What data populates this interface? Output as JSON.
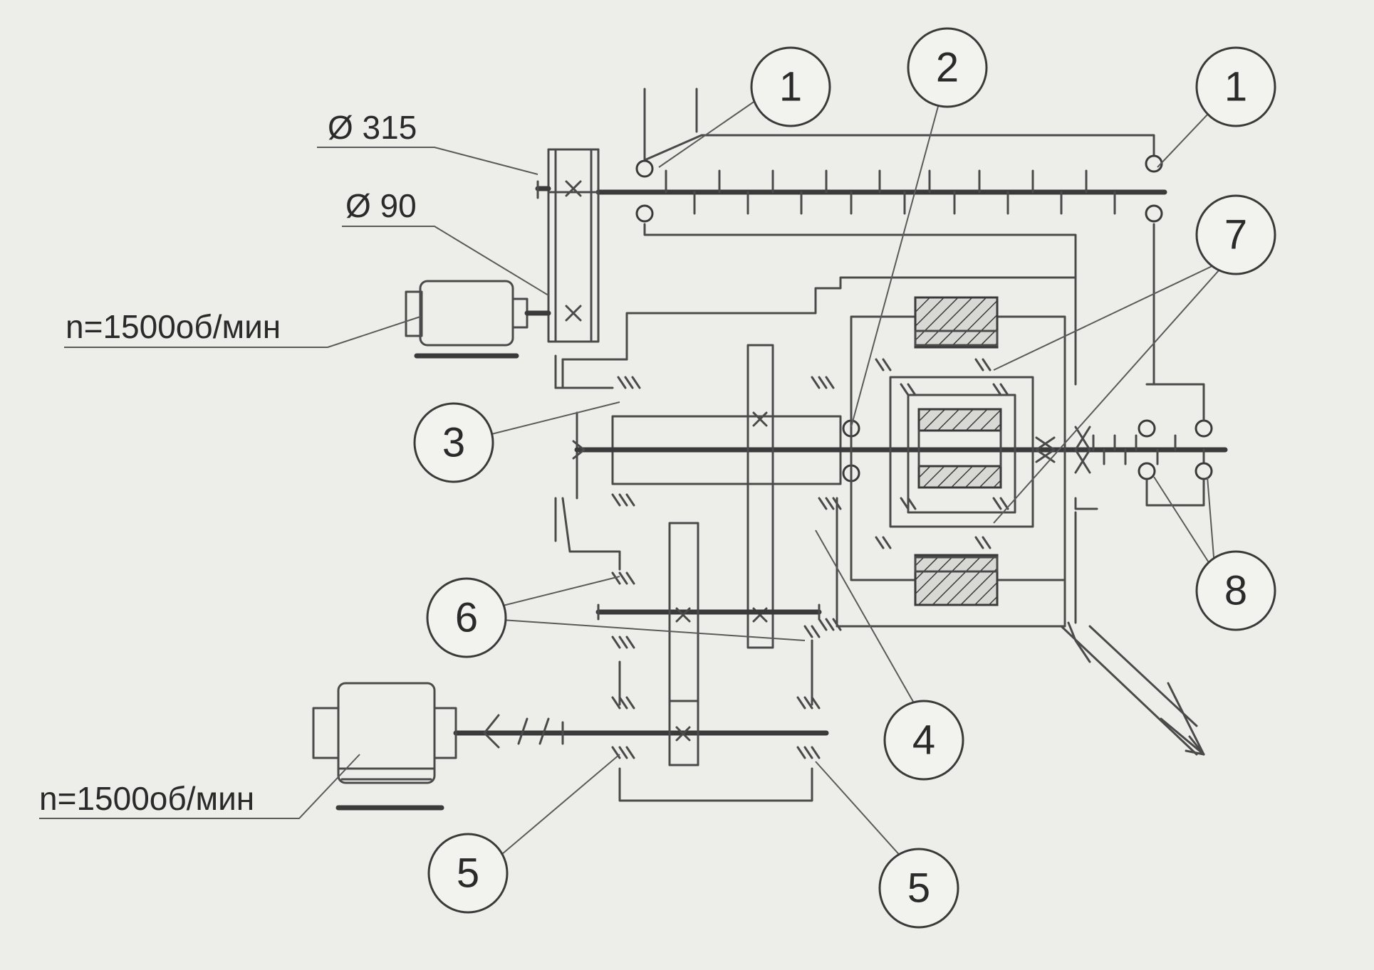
{
  "labels": {
    "dia_pulley_large": "Ø 315",
    "dia_pulley_small": "Ø 90",
    "motor_top_speed": "n=1500об/мин",
    "motor_bottom_speed": "n=1500об/мин"
  },
  "callouts": {
    "c1a": "1",
    "c1b": "1",
    "c2": "2",
    "c3": "3",
    "c4": "4",
    "c5a": "5",
    "c5b": "5",
    "c6": "6",
    "c7": "7",
    "c8": "8"
  }
}
